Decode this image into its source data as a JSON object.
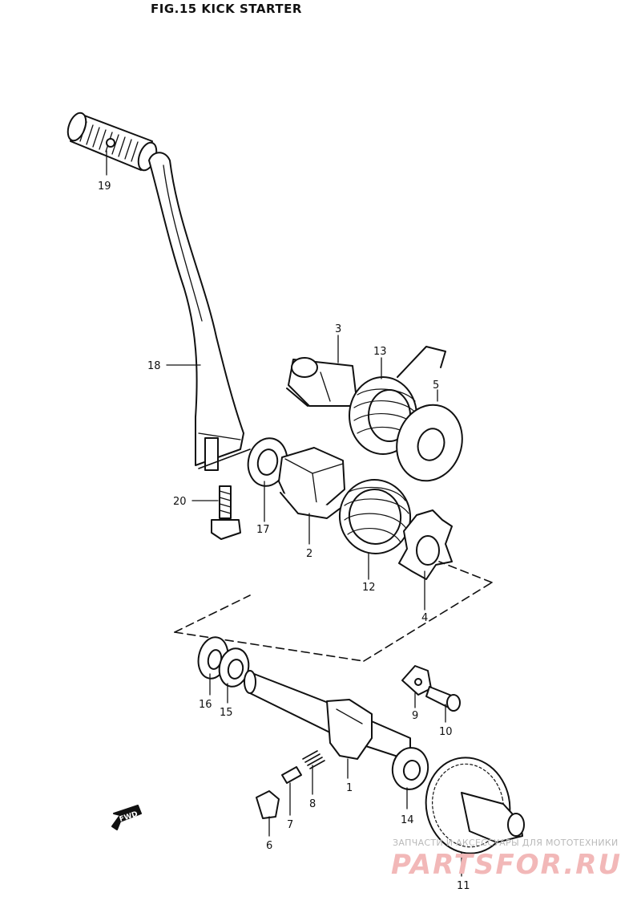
{
  "title": "FIG.15  KICK STARTER",
  "parts": {
    "p1": "1",
    "p2": "2",
    "p3": "3",
    "p4": "4",
    "p5": "5",
    "p6": "6",
    "p7": "7",
    "p8": "8",
    "p9": "9",
    "p10": "10",
    "p11": "11",
    "p12": "12",
    "p13": "13",
    "p14": "14",
    "p15": "15",
    "p16": "16",
    "p17": "17",
    "p18": "18",
    "p19": "19",
    "p20": "20"
  },
  "fwd_label": "FWD",
  "watermark": {
    "caption": "ЗАПЧАСТИ И АКСЕССУАРЫ ДЛЯ МОТОТЕХНИКИ",
    "brand": "PARTSFOR.RU"
  }
}
